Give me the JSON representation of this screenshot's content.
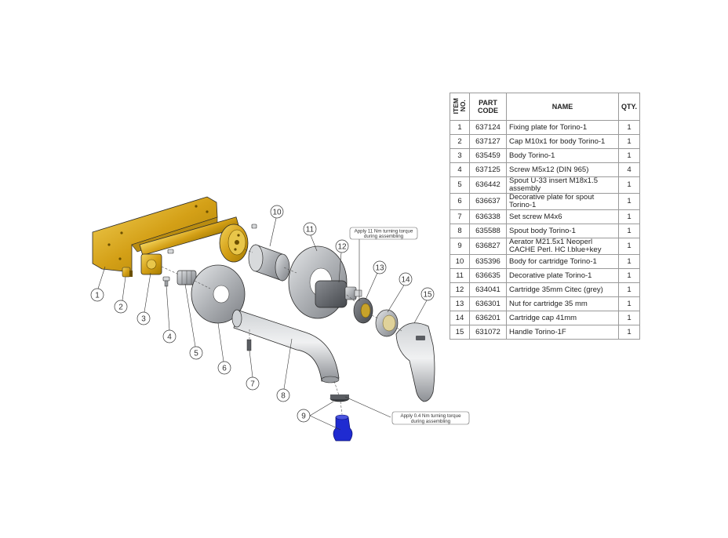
{
  "bom": {
    "headers": {
      "item_line1": "ITEM",
      "item_line2": "NO.",
      "code_line1": "PART",
      "code_line2": "CODE",
      "name": "NAME",
      "qty": "QTY."
    },
    "rows": [
      {
        "item": "1",
        "code": "637124",
        "name": "Fixing plate for Torino-1",
        "qty": "1"
      },
      {
        "item": "2",
        "code": "637127",
        "name": "Cap M10x1 for body Torino-1",
        "qty": "1"
      },
      {
        "item": "3",
        "code": "635459",
        "name": "Body Torino-1",
        "qty": "1"
      },
      {
        "item": "4",
        "code": "637125",
        "name": "Screw M5x12 (DIN 965)",
        "qty": "4"
      },
      {
        "item": "5",
        "code": "636442",
        "name": "Spout U-33 insert M18x1.5 assembly",
        "qty": "1"
      },
      {
        "item": "6",
        "code": "636637",
        "name": "Decorative plate for spout Torino-1",
        "qty": "1"
      },
      {
        "item": "7",
        "code": "636338",
        "name": "Set screw M4x6",
        "qty": "1"
      },
      {
        "item": "8",
        "code": "635588",
        "name": "Spout body Torino-1",
        "qty": "1"
      },
      {
        "item": "9",
        "code": "636827",
        "name": "Aerator M21.5x1 Neoperl CACHE Perl. HC l.blue+key",
        "qty": "1"
      },
      {
        "item": "10",
        "code": "635396",
        "name": "Body for cartridge Torino-1",
        "qty": "1"
      },
      {
        "item": "11",
        "code": "636635",
        "name": "Decorative plate Torino-1",
        "qty": "1"
      },
      {
        "item": "12",
        "code": "634041",
        "name": "Cartridge 35mm Citec (grey)",
        "qty": "1"
      },
      {
        "item": "13",
        "code": "636301",
        "name": "Nut for cartridge 35 mm",
        "qty": "1"
      },
      {
        "item": "14",
        "code": "636201",
        "name": "Cartridge cap 41mm",
        "qty": "1"
      },
      {
        "item": "15",
        "code": "631072",
        "name": "Handle Torino-1F",
        "qty": "1"
      }
    ]
  },
  "diagram": {
    "callouts": [
      "1",
      "2",
      "3",
      "4",
      "5",
      "6",
      "7",
      "8",
      "9",
      "10",
      "11",
      "12",
      "13",
      "14",
      "15"
    ],
    "notes": {
      "cartridge_line1": "Apply 11 Nm turning torque",
      "cartridge_line2": "during assembling",
      "aerator_line1": "Apply 0.4 Nm turning torque",
      "aerator_line2": "during assembling"
    },
    "colors": {
      "brass": "#d4a017",
      "brass_dark": "#a67c00",
      "chrome": "#b9bcc0",
      "chrome_dark": "#7d8085",
      "aerator_key": "#1f2bd1",
      "outline": "#2a2a2a"
    }
  }
}
